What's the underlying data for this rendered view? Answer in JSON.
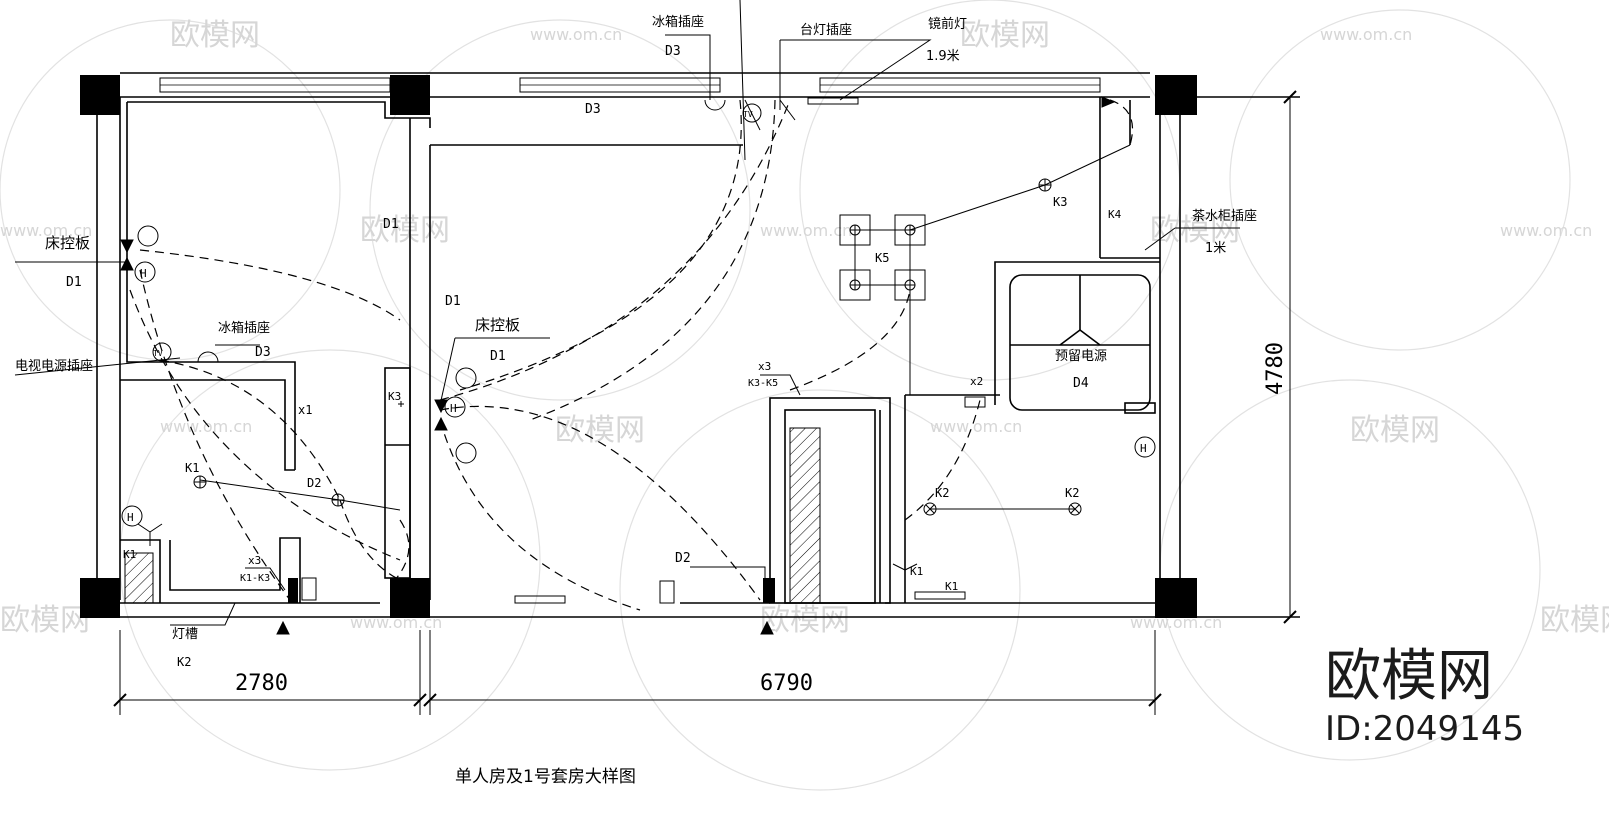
{
  "title": "单人房及1号套房大样图",
  "dimensions": {
    "left_width": "2780",
    "right_width": "6790",
    "height": "4780"
  },
  "labels": {
    "fridge_socket_top": "冰箱插座",
    "desk_lamp_socket": "台灯插座",
    "mirror_light": "镜前灯",
    "mirror_light_height": "1.9米",
    "bedside_panel_left": "床控板",
    "bedside_panel_right": "床控板",
    "fridge_socket_left": "冰箱插座",
    "tv_power_socket": "电视电源插座",
    "kettle_socket": "茶水柜插座",
    "kettle_socket_height": "1米",
    "reserved_power": "预留电源",
    "light_trough": "灯槽"
  },
  "codes": {
    "d3_top": "D3",
    "d3_mid": "D3",
    "d3_left": "D3",
    "d1_left": "D1",
    "d1_left_wall": "D1",
    "d1_center": "D1",
    "d1_right": "D1",
    "d2_left": "D2",
    "d2_right": "D2",
    "d4": "D4",
    "k1_left_a": "K1",
    "k1_left_b": "K1",
    "k1_right": "K1",
    "k1_right_b": "K1",
    "k2_left": "K2",
    "k2_right_a": "K2",
    "k2_right_b": "K2",
    "k3_top": "K3",
    "k3_mid": "K3",
    "k4": "K4",
    "k5": "K5",
    "x1": "x1",
    "x2": "x2",
    "x3_left": "x3",
    "x3_left_range": "K1-K3",
    "x3_right": "x3",
    "x3_right_range": "K3-K5"
  },
  "symbols": {
    "tv": "TV",
    "h": "H"
  },
  "watermark": {
    "brand": "欧模网",
    "site": "www.om.cn",
    "id": "ID:2049145"
  }
}
